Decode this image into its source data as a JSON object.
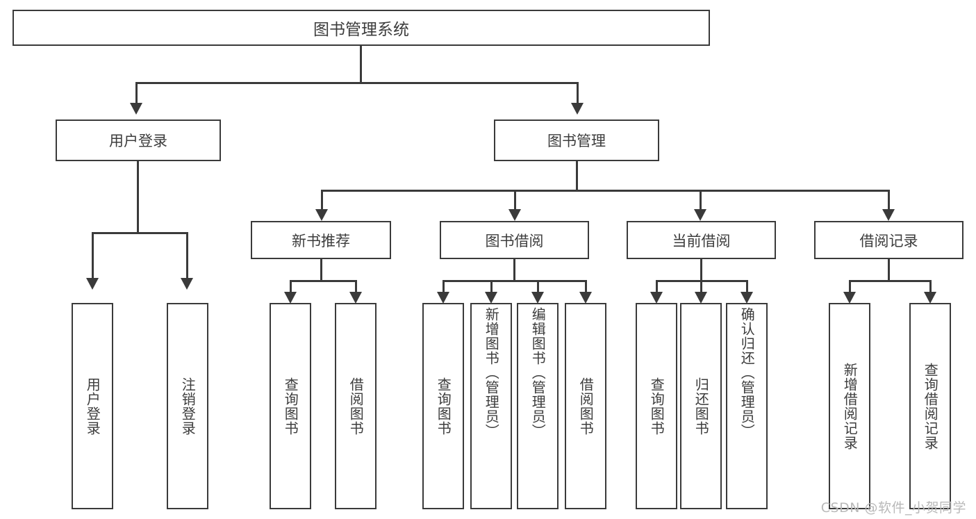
{
  "diagram": {
    "type": "tree-hierarchy",
    "title": "图书管理系统",
    "orientation": "top-down",
    "colors": {
      "box_border": "#3a3a3a",
      "box_fill": "#ffffff",
      "text": "#3c3c3c",
      "connector": "#3a3a3a",
      "watermark": "#b9b9b9",
      "background": "#ffffff"
    },
    "root": {
      "label": "图书管理系统"
    },
    "level2": [
      {
        "label": "用户登录"
      },
      {
        "label": "图书管理"
      }
    ],
    "level3": [
      {
        "label": "新书推荐"
      },
      {
        "label": "图书借阅"
      },
      {
        "label": "当前借阅"
      },
      {
        "label": "借阅记录"
      }
    ],
    "leaves": {
      "user_login": [
        {
          "label": "用户登录"
        },
        {
          "label": "注销登录"
        }
      ],
      "new_book_recommend": [
        {
          "label": "查询图书"
        },
        {
          "label": "借阅图书"
        }
      ],
      "book_borrow": [
        {
          "label": "查询图书"
        },
        {
          "label": "新增图书（管理员）"
        },
        {
          "label": "编辑图书（管理员）"
        },
        {
          "label": "借阅图书"
        }
      ],
      "current_borrow": [
        {
          "label": "查询图书"
        },
        {
          "label": "归还图书"
        },
        {
          "label": "确认归还（管理员）"
        }
      ],
      "borrow_record": [
        {
          "label": "新增借阅记录"
        },
        {
          "label": "查询借阅记录"
        }
      ]
    }
  },
  "watermark": {
    "text": "CSDN @软件_小贺同学"
  }
}
